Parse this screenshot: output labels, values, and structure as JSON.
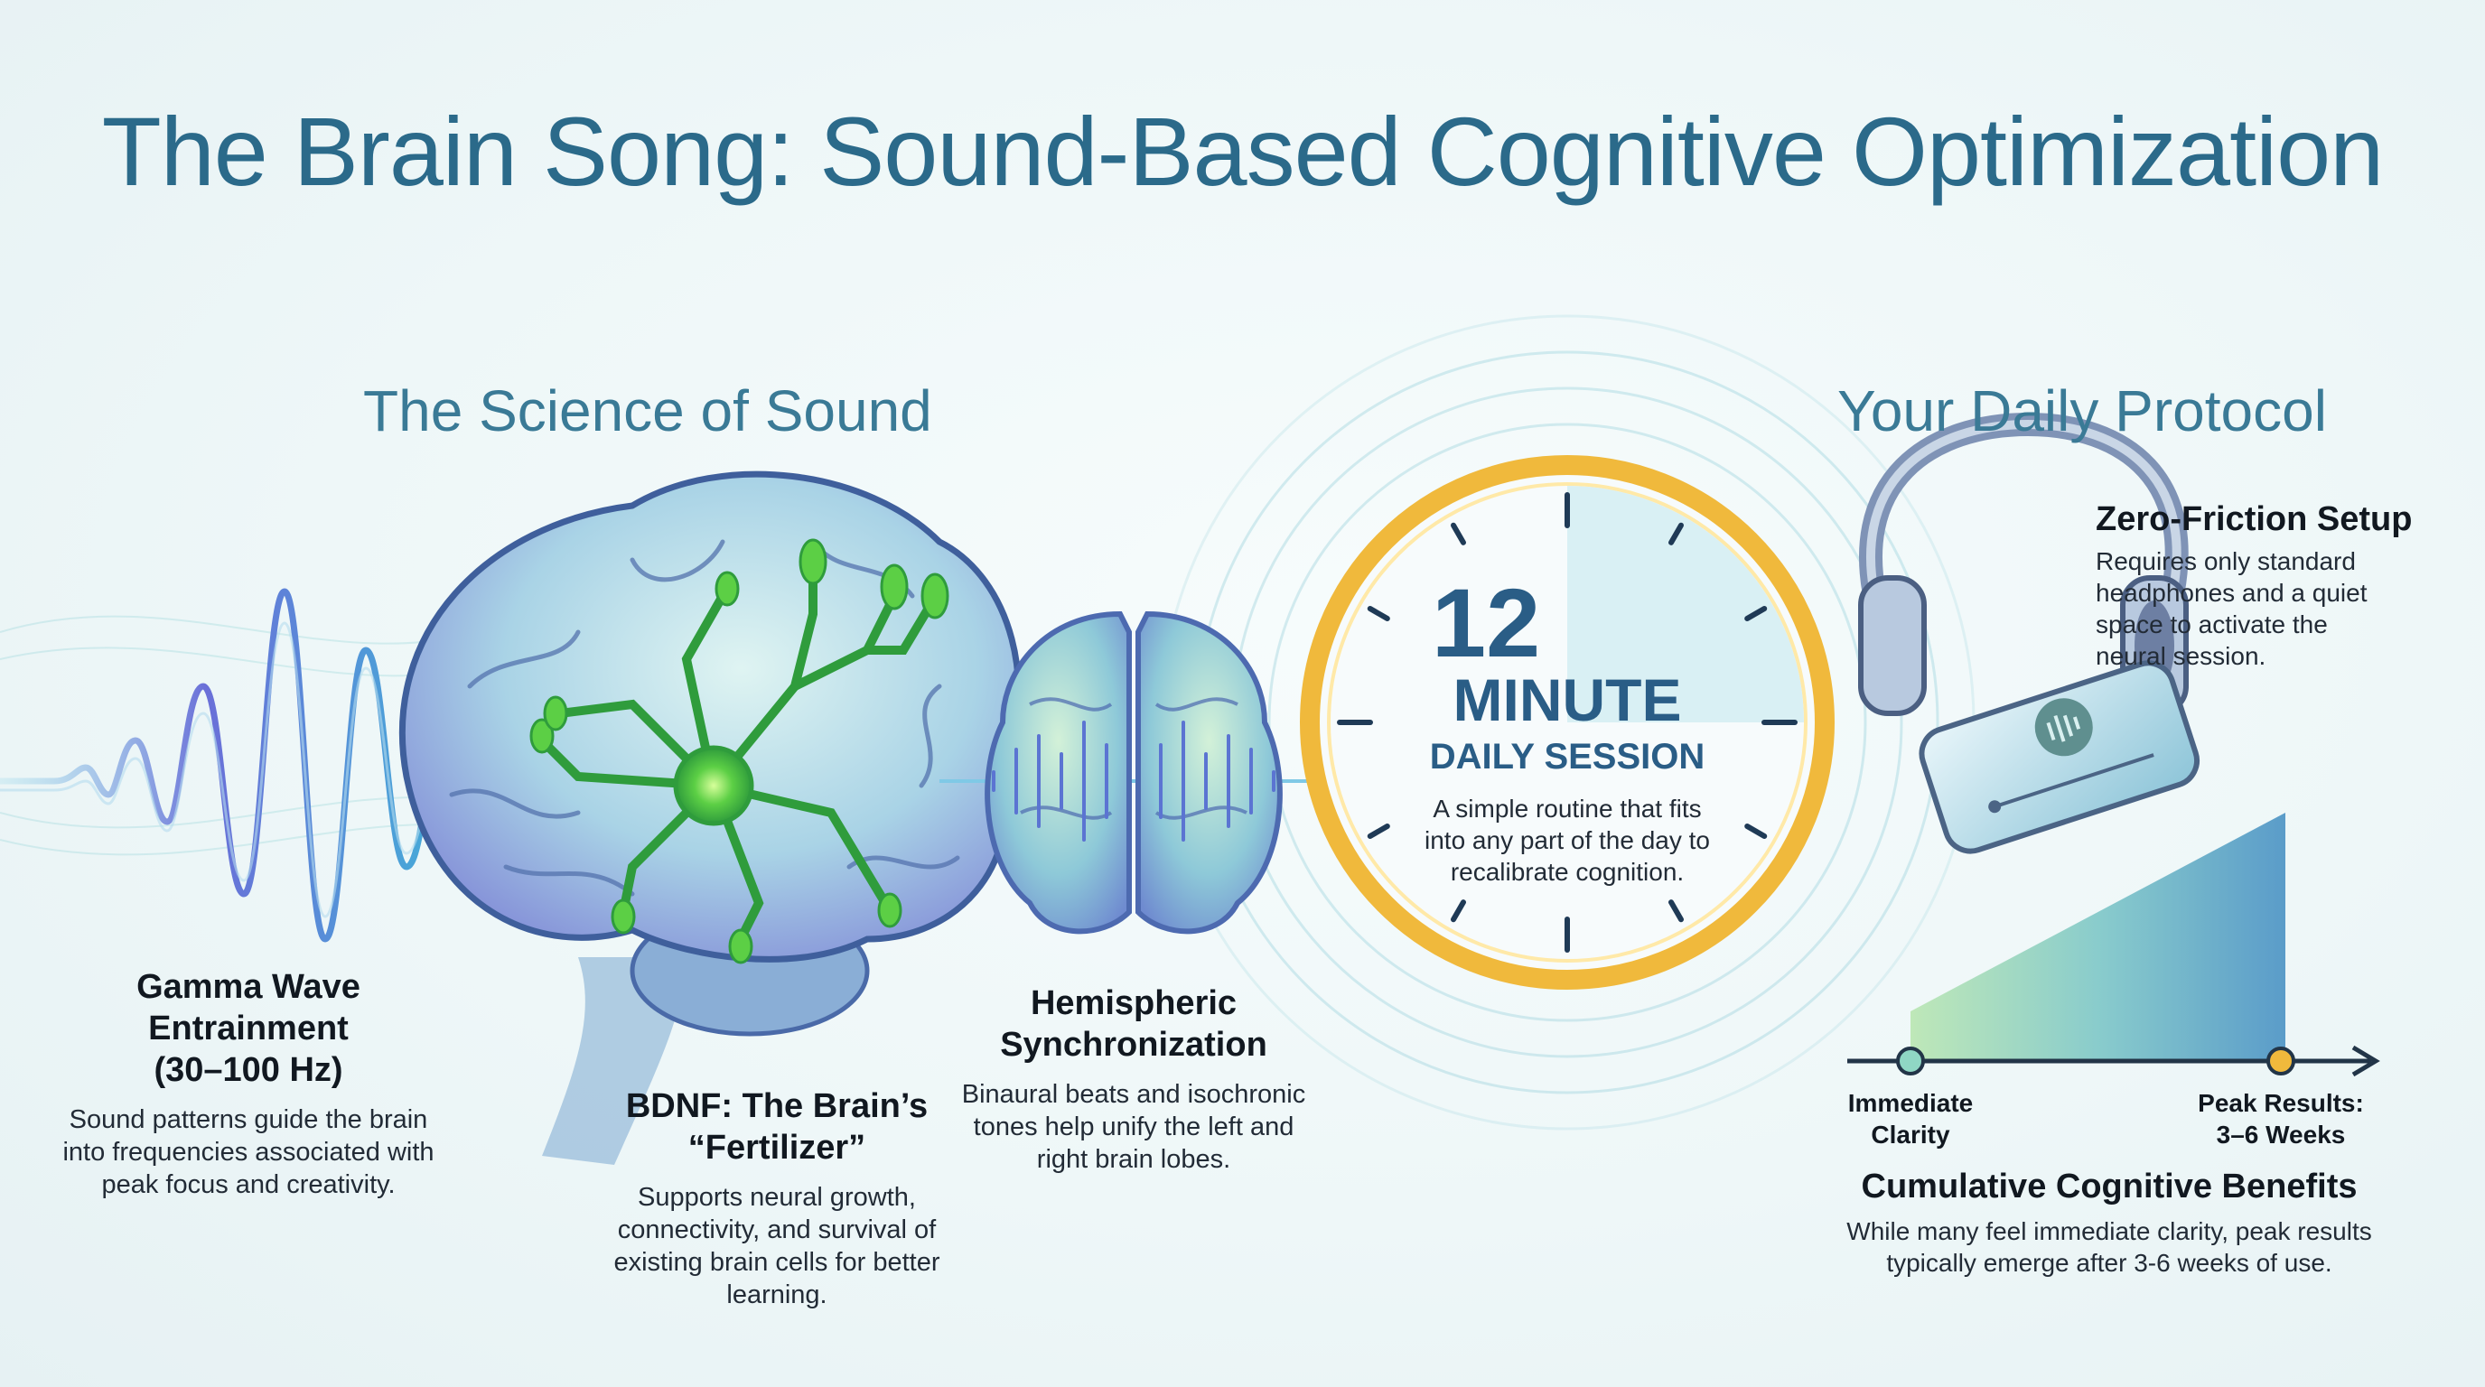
{
  "title": "The Brain Song: Sound-Based Cognitive Optimization",
  "sections": {
    "science": "The Science of Sound",
    "protocol": "Your Daily Protocol"
  },
  "gamma": {
    "title_line1": "Gamma Wave",
    "title_line2": "Entrainment",
    "title_line3": "(30–100 Hz)",
    "desc_line1": "Sound patterns guide the brain",
    "desc_line2": "into frequencies associated with",
    "desc_line3": "peak focus and creativity."
  },
  "bdnf": {
    "title_line1": "BDNF: The Brain’s",
    "title_line2": "“Fertilizer”",
    "desc_line1": "Supports neural growth,",
    "desc_line2": "connectivity, and survival of",
    "desc_line3": "existing brain cells for better",
    "desc_line4": "learning."
  },
  "hemi": {
    "title_line1": "Hemispheric",
    "title_line2": "Synchronization",
    "desc_line1": "Binaural beats and isochronic",
    "desc_line2": "tones help unify the left and",
    "desc_line3": "right brain lobes."
  },
  "clock": {
    "number": "12",
    "unit": "MINUTE",
    "subtitle": "DAILY SESSION",
    "desc_line1": "A simple routine that fits",
    "desc_line2": "into any part of the day to",
    "desc_line3": "recalibrate cognition.",
    "filled_fraction": 0.25
  },
  "setup": {
    "title": "Zero-Friction Setup",
    "desc_line1": "Requires only standard",
    "desc_line2": "headphones and a quiet",
    "desc_line3": "space to activate the",
    "desc_line4": "neural session."
  },
  "timeline": {
    "start_line1": "Immediate",
    "start_line2": "Clarity",
    "end_line1": "Peak Results:",
    "end_line2": "3–6 Weeks"
  },
  "benefits": {
    "title": "Cumulative Cognitive Benefits",
    "desc_line1": "While many feel immediate clarity, peak results",
    "desc_line2": "typically emerge after 3-6 weeks of use."
  },
  "colors": {
    "title": "#2b6a8a",
    "clock_ring": "#f0b93c",
    "neuron": "#5ccf45",
    "wave": "#6a6fd8"
  }
}
